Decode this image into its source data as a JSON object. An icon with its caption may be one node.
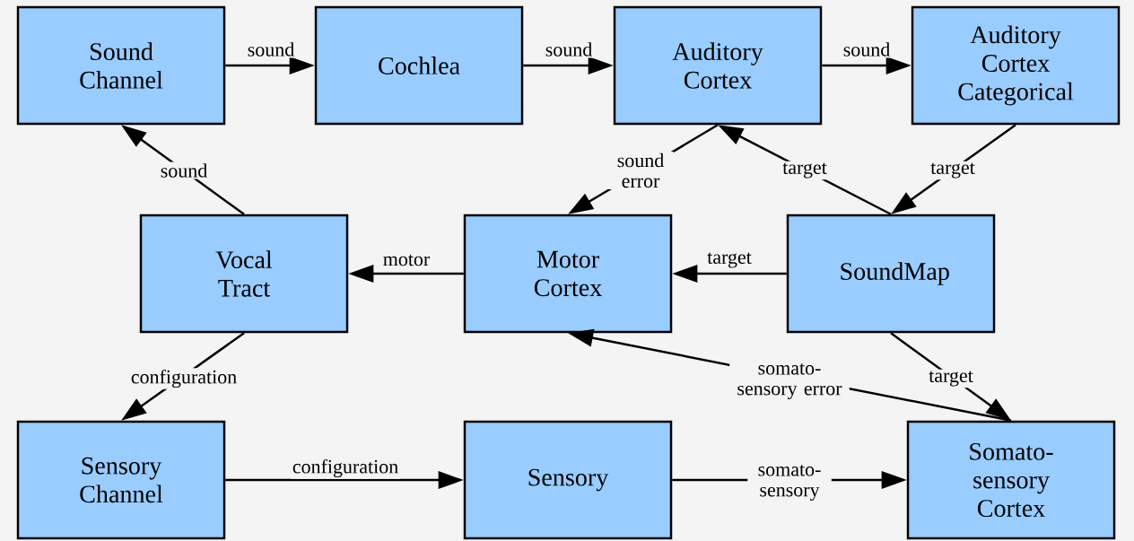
{
  "diagram": {
    "nodes": [
      {
        "text": [
          "Sound Channel"
        ]
      },
      {
        "text": [
          "Cochlea"
        ]
      },
      {
        "text": [
          "Auditory Cortex"
        ]
      },
      {
        "text": [
          "Auditory Cortex Categorical"
        ]
      },
      {
        "text": [
          "Vocal Tract"
        ]
      },
      {
        "text": [
          "Motor Cortex"
        ]
      },
      {
        "text": [
          "SoundMap"
        ]
      },
      {
        "text": [
          "Sensory Channel"
        ]
      },
      {
        "text": [
          "Sensory"
        ]
      },
      {
        "text": [
          "Somato- sensory Cortex"
        ]
      }
    ],
    "edges": [
      {
        "from": 0,
        "to": 1,
        "arrow": "to",
        "label": "sound"
      },
      {
        "from": 1,
        "to": 2,
        "arrow": "to",
        "label": "sound"
      },
      {
        "from": 2,
        "to": 3,
        "arrow": "to",
        "label": "sound"
      },
      {
        "from": 4,
        "to": 0,
        "arrow": "to",
        "label": "sound"
      },
      {
        "from": 2,
        "to": 5,
        "arrow": "to",
        "label": "sound error"
      },
      {
        "from": 6,
        "to": 2,
        "arrow": "to",
        "label": "target"
      },
      {
        "from": 3,
        "to": 6,
        "arrow": "to",
        "label": "target"
      },
      {
        "from": 6,
        "to": 5,
        "arrow": "to",
        "label": "target"
      },
      {
        "from": 5,
        "to": 4,
        "arrow": "to",
        "label": "motor"
      },
      {
        "from": 4,
        "to": 7,
        "arrow": "to",
        "label": "configuration"
      },
      {
        "from": 9,
        "to": 5,
        "arrow": "to",
        "label": "somato- sensory error"
      },
      {
        "from": 6,
        "to": 9,
        "arrow": "to",
        "label": "target"
      },
      {
        "from": 7,
        "to": 8,
        "arrow": "to",
        "label": "configuration"
      },
      {
        "from": 8,
        "to": 9,
        "arrow": "to",
        "label": "somato- sensory"
      }
    ]
  }
}
